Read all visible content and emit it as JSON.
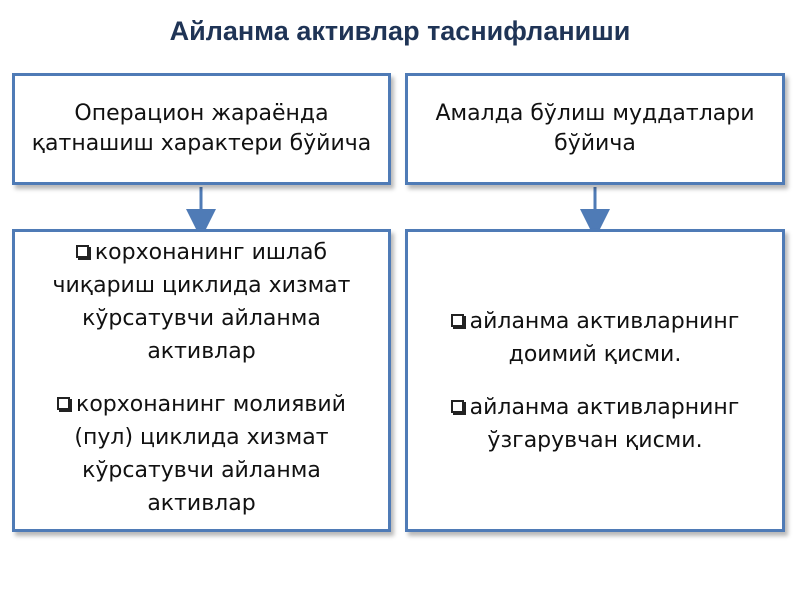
{
  "title": "Айланма активлар таснифланиши",
  "colors": {
    "box_border": "#4f7bb6",
    "connector": "#4f7bb6",
    "title": "#1f3456"
  },
  "left_header": {
    "lines": [
      "Операцион жараёнда",
      "қатнашиш характери бўйича"
    ]
  },
  "right_header": {
    "lines": [
      "Амалда бўлиш муддатлари",
      "бўйича"
    ]
  },
  "left_items": [
    {
      "lines": [
        "корхонанинг ишлаб",
        "чиқариш циклида хизмат",
        "кўрсатувчи айланма",
        "активлар"
      ]
    },
    {
      "lines": [
        "корхонанинг молиявий",
        "(пул) циклида хизмат",
        "кўрсатувчи айланма",
        "активлар"
      ]
    }
  ],
  "right_items": [
    {
      "lines": [
        "айланма активларнинг",
        "доимий қисми."
      ]
    },
    {
      "lines": [
        "айланма активларнинг",
        "ўзгарувчан қисми."
      ]
    }
  ],
  "bullet_icon": "checkbox-square-icon",
  "arrow_icon": "arrow-down-icon"
}
